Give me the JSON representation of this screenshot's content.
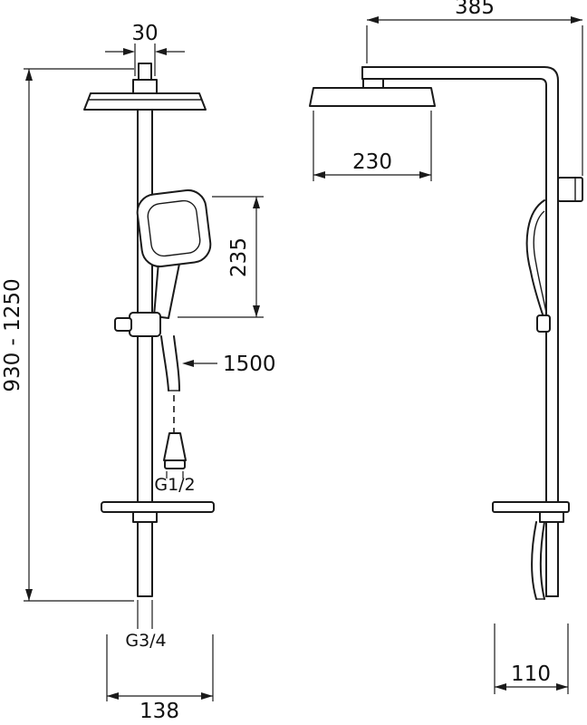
{
  "colors": {
    "line": "#1a1a1a",
    "background": "#ffffff"
  },
  "front_view": {
    "labels": {
      "pipe_width": "30",
      "height_range": "930 - 1250",
      "hand_shower_length": "235",
      "hose_length": "1500",
      "hose_thread": "G1/2",
      "bottom_thread": "G3/4",
      "shelf_width": "138"
    }
  },
  "side_view": {
    "labels": {
      "arm_projection": "385",
      "head_width": "230",
      "shelf_depth": "110"
    }
  }
}
